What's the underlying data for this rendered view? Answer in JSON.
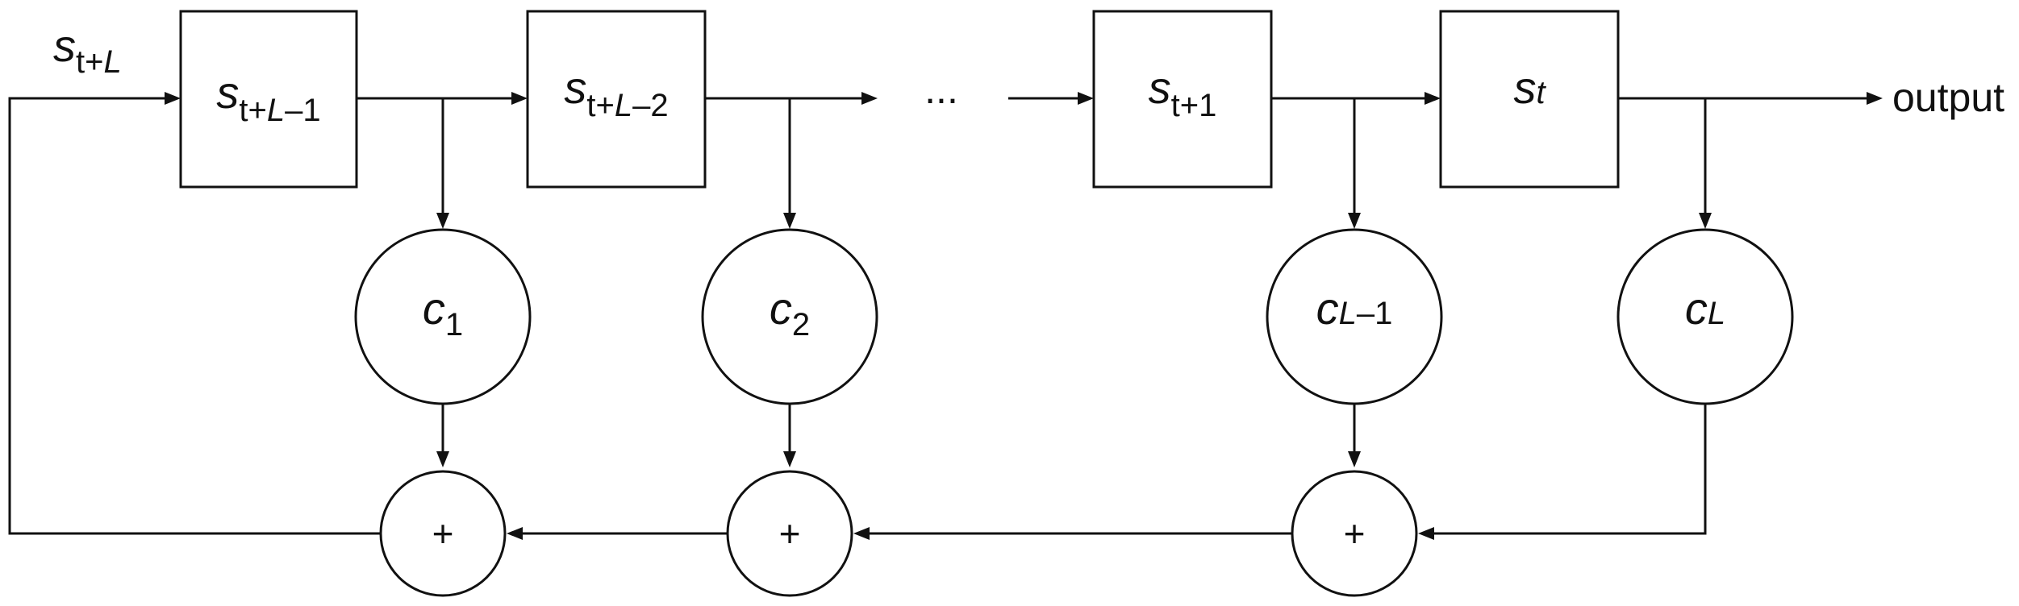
{
  "diagram": {
    "input_label": {
      "main": "s",
      "sub_pre": "t+",
      "sub_var": "L",
      "sub_post": ""
    },
    "registers": [
      {
        "main": "s",
        "sub_pre": "t+",
        "sub_var": "L",
        "sub_post": "–1"
      },
      {
        "main": "s",
        "sub_pre": "t+",
        "sub_var": "L",
        "sub_post": "–2"
      },
      {
        "main": "s",
        "sub_pre": "t+1",
        "sub_var": "",
        "sub_post": ""
      },
      {
        "main": "s",
        "sub_pre": "",
        "sub_var": "t",
        "sub_post": ""
      }
    ],
    "coefficients": [
      {
        "main": "c",
        "sub_pre": "1",
        "sub_var": "",
        "sub_post": ""
      },
      {
        "main": "c",
        "sub_pre": "2",
        "sub_var": "",
        "sub_post": ""
      },
      {
        "main": "c",
        "sub_pre": "",
        "sub_var": "L",
        "sub_post": "–1"
      },
      {
        "main": "c",
        "sub_pre": "",
        "sub_var": "L",
        "sub_post": ""
      }
    ],
    "adder_symbol": "+",
    "ellipsis": "...",
    "output_label": "output"
  }
}
